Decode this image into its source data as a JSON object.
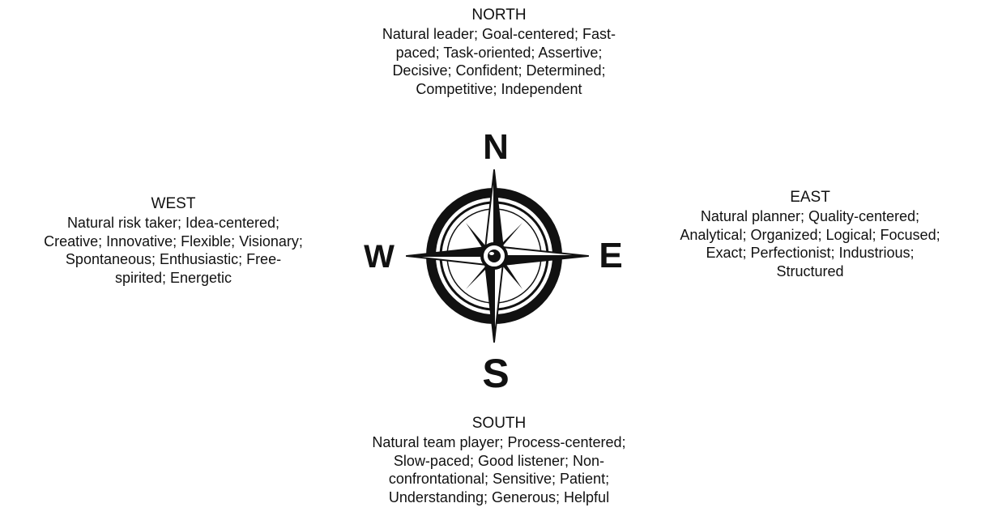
{
  "compass": {
    "letters": {
      "n": "N",
      "e": "E",
      "s": "S",
      "w": "W"
    },
    "icon": "compass-rose-icon",
    "colors": {
      "ink": "#111111",
      "background": "#ffffff"
    }
  },
  "north": {
    "heading": "NORTH",
    "lines": [
      "Natural leader; Goal-centered; Fast-",
      "paced; Task-oriented; Assertive;",
      "Decisive; Confident; Determined;",
      "Competitive; Independent"
    ]
  },
  "west": {
    "heading": "WEST",
    "lines": [
      "Natural risk taker; Idea-centered;",
      "Creative; Innovative; Flexible; Visionary;",
      "Spontaneous; Enthusiastic; Free-",
      "spirited; Energetic"
    ]
  },
  "east": {
    "heading": "EAST",
    "lines": [
      "Natural planner; Quality-centered;",
      "Analytical; Organized; Logical; Focused;",
      "Exact; Perfectionist; Industrious;",
      "Structured"
    ]
  },
  "south": {
    "heading": "SOUTH",
    "lines": [
      "Natural team player; Process-centered;",
      "Slow-paced; Good listener; Non-",
      "confrontational; Sensitive; Patient;",
      "Understanding; Generous; Helpful"
    ]
  }
}
